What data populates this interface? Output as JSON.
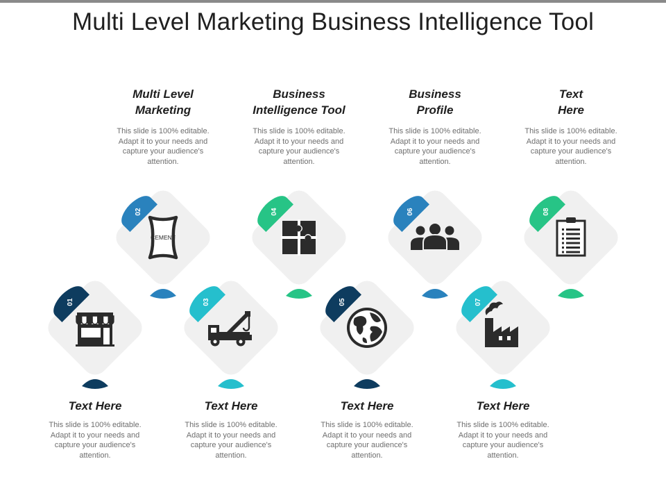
{
  "slide": {
    "title": "Multi Level Marketing Business Intelligence Tool"
  },
  "colors": {
    "navy": "#0e3c5f",
    "teal": "#25bfcd",
    "blue": "#2a82bd",
    "green": "#27c486",
    "tile": "#f0f0f0",
    "icon": "#2b2b2b"
  },
  "items": [
    {
      "number": "01",
      "icon": "storefront-icon",
      "accent": "navy",
      "row": "bottom",
      "heading": "Text Here",
      "body": "This slide is 100% editable. Adapt it to your needs and capture your audience's attention."
    },
    {
      "number": "02",
      "icon": "cement-bag-icon",
      "icon_text": "CEMENT",
      "accent": "blue",
      "row": "top",
      "heading": "Multi Level\nMarketing",
      "body": "This slide is 100% editable. Adapt it to your needs and capture your audience's attention."
    },
    {
      "number": "03",
      "icon": "tow-truck-icon",
      "accent": "teal",
      "row": "bottom",
      "heading": "Text Here",
      "body": "This slide is 100% editable. Adapt it to your needs and capture your audience's attention."
    },
    {
      "number": "04",
      "icon": "puzzle-icon",
      "accent": "green",
      "row": "top",
      "heading": "Business\nIntelligence Tool",
      "body": "This slide is 100% editable. Adapt it to your needs and capture your audience's attention."
    },
    {
      "number": "05",
      "icon": "globe-icon",
      "accent": "navy",
      "row": "bottom",
      "heading": "Text Here",
      "body": "This slide is 100% editable. Adapt it to your needs and capture your audience's attention."
    },
    {
      "number": "06",
      "icon": "team-icon",
      "accent": "blue",
      "row": "top",
      "heading": "Business\nProfile",
      "body": "This slide is 100% editable. Adapt it to your needs and capture your audience's attention."
    },
    {
      "number": "07",
      "icon": "factory-icon",
      "accent": "teal",
      "row": "bottom",
      "heading": "Text Here",
      "body": "This slide is 100% editable. Adapt it to your needs and capture your audience's attention."
    },
    {
      "number": "08",
      "icon": "clipboard-icon",
      "accent": "green",
      "row": "top",
      "heading": "Text\nHere",
      "body": "This slide is 100% editable. Adapt it to your needs and capture your audience's attention."
    }
  ]
}
